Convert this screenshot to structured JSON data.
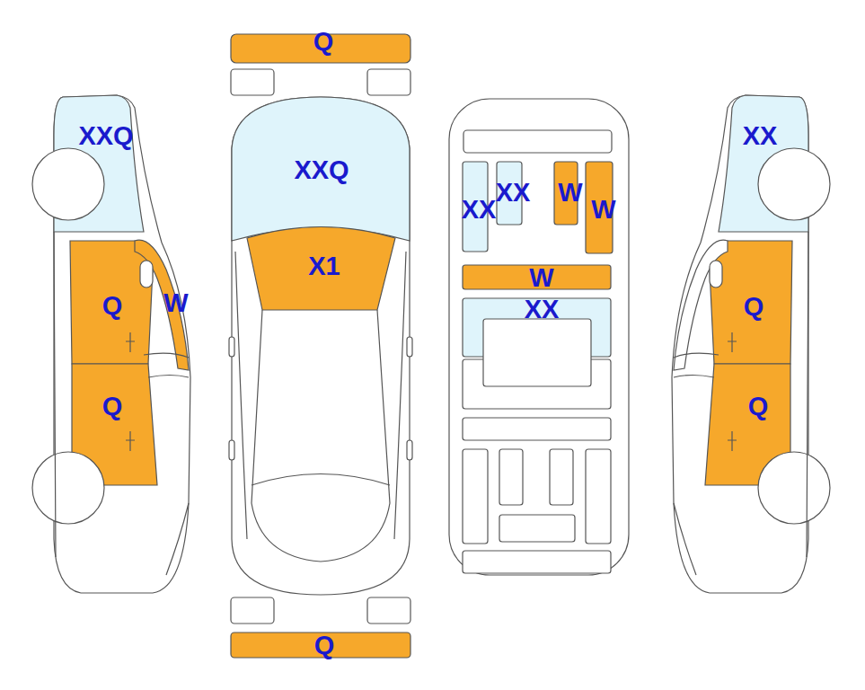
{
  "diagram": {
    "labels": [
      "Q",
      "XXQ",
      "XXQ",
      "XX",
      "XX",
      "W",
      "XX",
      "W",
      "X1",
      "W",
      "Q",
      "W",
      "Q",
      "XX",
      "Q",
      "Q",
      "Q"
    ]
  }
}
